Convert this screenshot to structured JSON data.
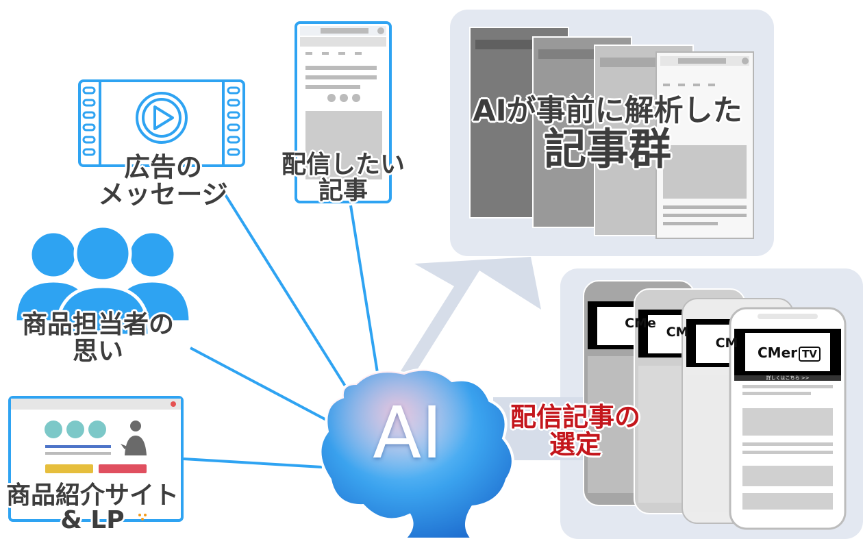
{
  "inputs": {
    "ad_message": [
      "広告の",
      "メッセージ"
    ],
    "article": [
      "配信したい",
      "記事"
    ],
    "product_owner": [
      "商品担当者の",
      "思い"
    ],
    "product_site": [
      "商品紹介サイト",
      "& LP"
    ]
  },
  "ai": {
    "label": "AI"
  },
  "analyzed_articles": [
    "AIが事前に解析した",
    "記事群"
  ],
  "selection": [
    "配信記事の",
    "選定"
  ],
  "phone_ad": {
    "brand": "CMer",
    "brand_tv": "TV",
    "brand_short": "CM",
    "brand_partial": "CMe",
    "banner": "詳しくはこちら >>"
  },
  "colors": {
    "accent": "#2ea3f2",
    "panel": "#e3e8f1",
    "arrow": "#d6dde9",
    "red": "#c4161c",
    "text": "#3d3d3d"
  }
}
